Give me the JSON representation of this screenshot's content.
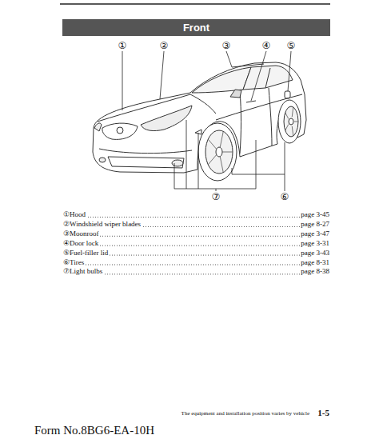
{
  "diagram": {
    "title": "Front",
    "labels": [
      "①",
      "②",
      "③",
      "④",
      "⑤",
      "⑦",
      "⑥",
      "①Hood",
      "page 3-45",
      "②Windshield wiper blades",
      "page 8-27",
      "③Moonroof",
      "page 3-47",
      "④Door lock",
      "page 3-31",
      "⑤Fuel-filler lid",
      "page 3-43",
      "⑥Tires",
      "page 8-31",
      "⑦Light bulbs",
      "page 8-38",
      "The equipment and installation position varies by vehicle",
      "1-5",
      "Form No.8BG6-EA-10H"
    ]
  }
}
